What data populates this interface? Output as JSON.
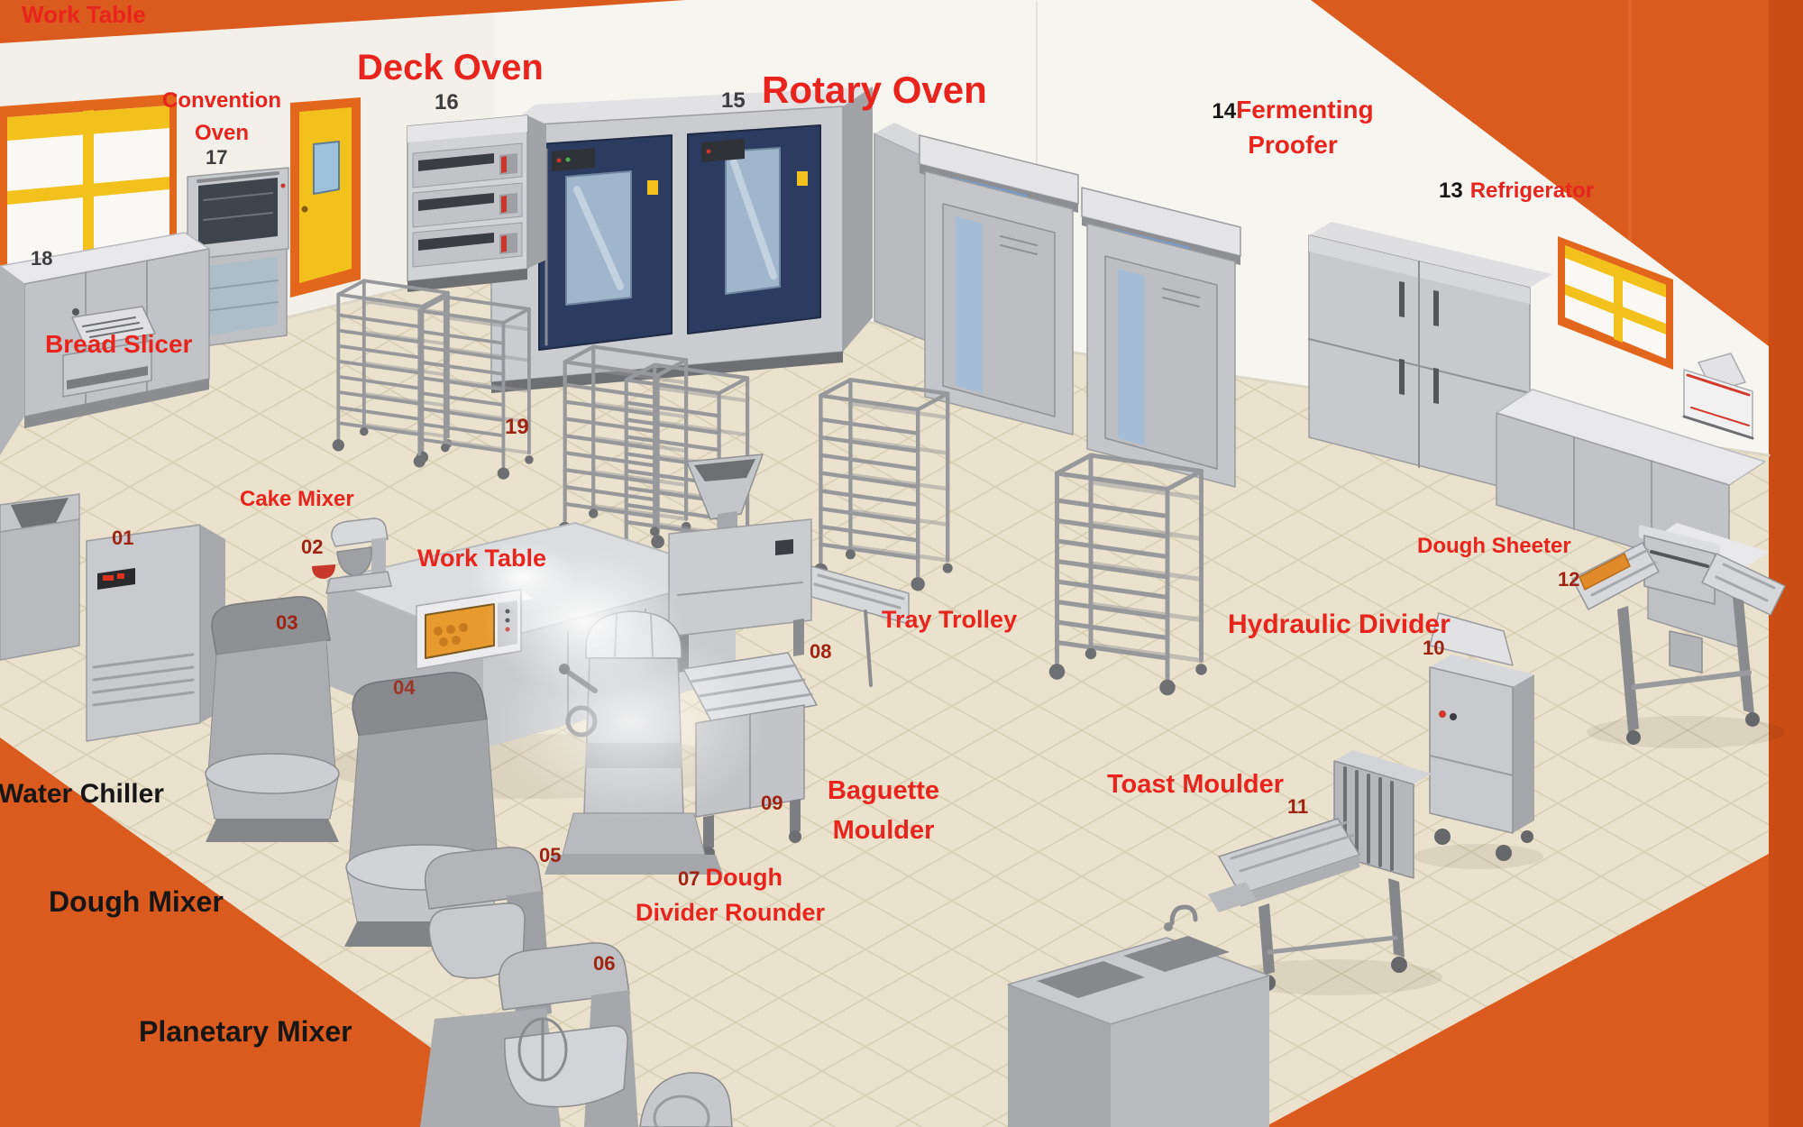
{
  "meta": {
    "description": "Bakery equipment isometric layout poster"
  },
  "colors": {
    "background_orange": "#DB5A1E",
    "background_orange_dark": "#C94D14",
    "wall_white": "#F7F5F0",
    "floor_beige": "#EAE2CC",
    "label_red": "#E8241C",
    "label_black": "#161616",
    "number_maroon": "#9E2312",
    "accent_yellow": "#F2C11C",
    "frame_orange": "#E2661B",
    "oven_door_navy": "#2C3B60"
  },
  "labels": {
    "work_table_top": "Work Table",
    "convention_oven_line1": "Convention",
    "convention_oven_line2": "Oven",
    "deck_oven": "Deck Oven",
    "rotary_oven": "Rotary Oven",
    "fermenting_line1": "Fermenting",
    "fermenting_line2": "Proofer",
    "refrigerator": "Refrigerator",
    "bread_slicer": "Bread Slicer",
    "cake_mixer": "Cake Mixer",
    "work_table_center": "Work Table",
    "tray_trolley": "Tray Trolley",
    "hydraulic_divider": "Hydraulic Divider",
    "dough_sheeter": "Dough Sheeter",
    "water_chiller": "Water Chiller",
    "dough_mixer": "Dough Mixer",
    "planetary_mixer": "Planetary Mixer",
    "baguette_line1": "Baguette",
    "baguette_line2": "Moulder",
    "dough_divider_word": "Dough",
    "dough_divider_line2": "Divider Rounder",
    "toast_moulder": "Toast Moulder"
  },
  "numbers": {
    "n01": "01",
    "n02": "02",
    "n03": "03",
    "n04": "04",
    "n05": "05",
    "n06": "06",
    "n07": "07",
    "n08": "08",
    "n09": "09",
    "n10": "10",
    "n11": "11",
    "n12": "12",
    "n13": "13",
    "n14": "14",
    "n15": "15",
    "n16": "16",
    "n17": "17",
    "n18": "18",
    "n19": "19"
  }
}
